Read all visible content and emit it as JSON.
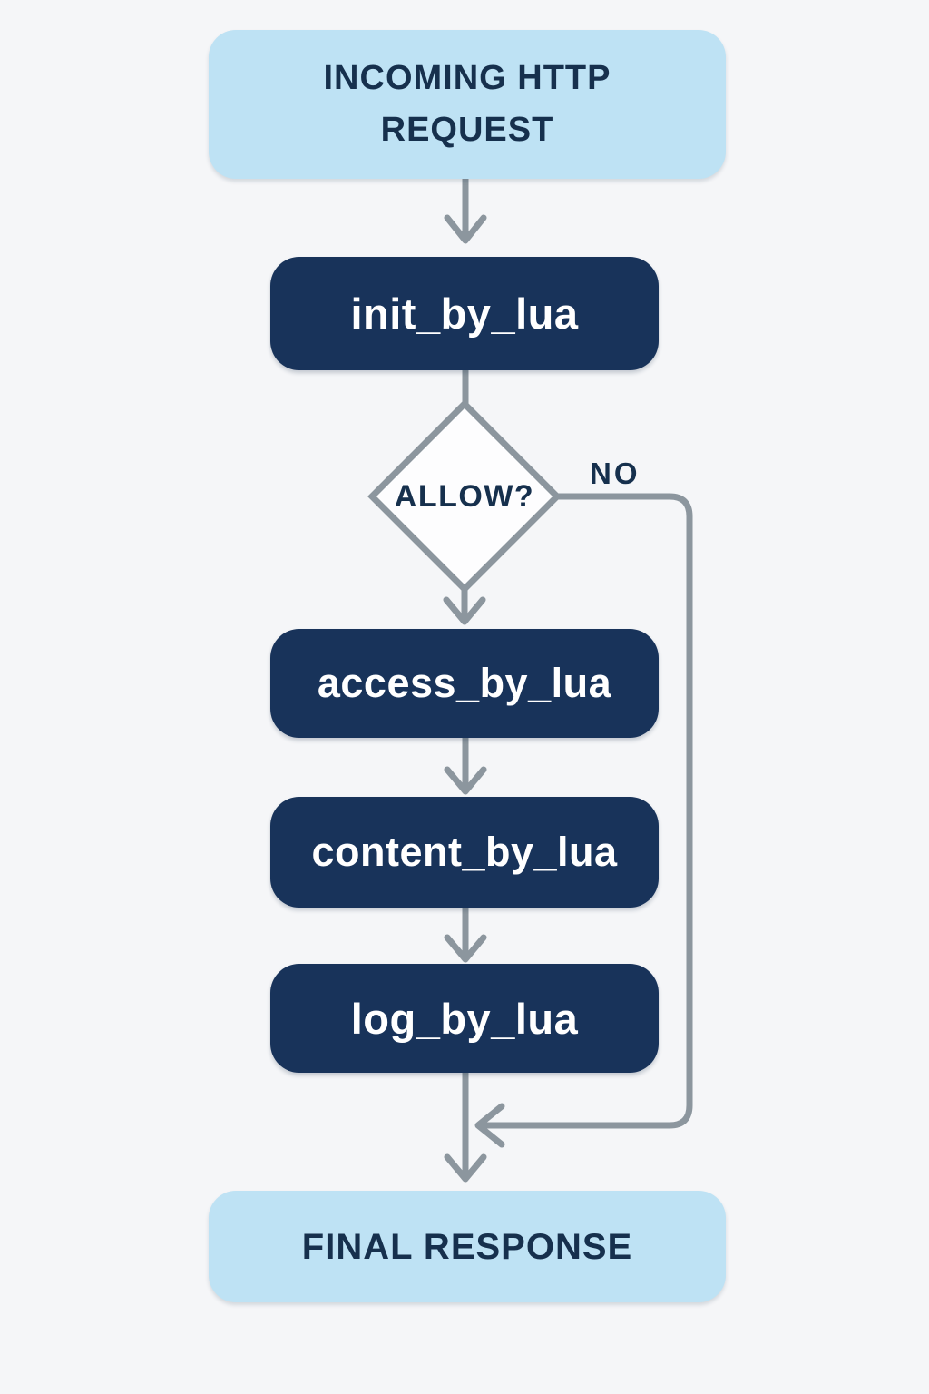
{
  "flowchart": {
    "type": "flowchart",
    "nodes": [
      {
        "id": "incoming",
        "kind": "terminal",
        "label": "INCOMING HTTP REQUEST"
      },
      {
        "id": "init",
        "kind": "process",
        "label": "init_by_lua"
      },
      {
        "id": "allow",
        "kind": "decision",
        "label": "ALLOW?"
      },
      {
        "id": "access",
        "kind": "process",
        "label": "access_by_lua"
      },
      {
        "id": "content",
        "kind": "process",
        "label": "content_by_lua"
      },
      {
        "id": "log",
        "kind": "process",
        "label": "log_by_lua"
      },
      {
        "id": "final",
        "kind": "terminal",
        "label": "FINAL RESPONSE"
      }
    ],
    "edges": [
      {
        "from": "incoming",
        "to": "init",
        "label": ""
      },
      {
        "from": "init",
        "to": "allow",
        "label": ""
      },
      {
        "from": "allow",
        "to": "access",
        "label": ""
      },
      {
        "from": "allow",
        "to": "final",
        "label": "NO"
      },
      {
        "from": "access",
        "to": "content",
        "label": ""
      },
      {
        "from": "content",
        "to": "log",
        "label": ""
      },
      {
        "from": "log",
        "to": "final",
        "label": ""
      }
    ]
  },
  "colors": {
    "background": "#F5F6F8",
    "node_light": "#BEE2F4",
    "node_dark": "#18335A",
    "text_dark": "#16304D",
    "text_light": "#FFFFFF",
    "line": "#8C969E",
    "diamond_fill": "#FDFDFE"
  }
}
